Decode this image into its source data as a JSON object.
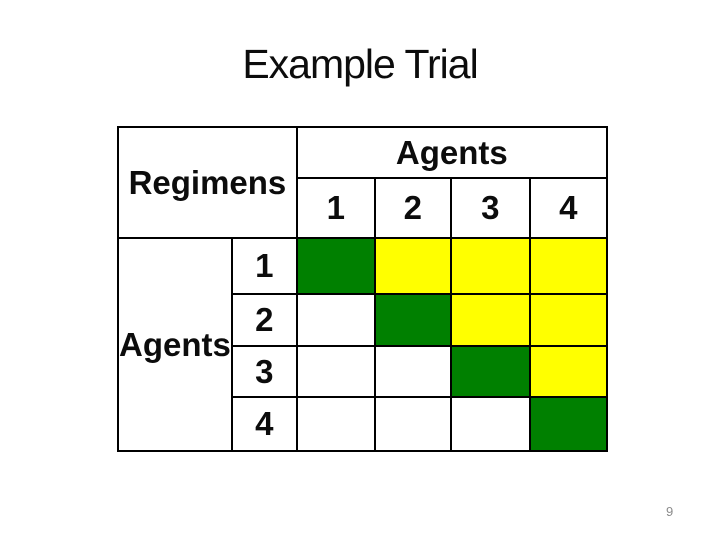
{
  "slide": {
    "title": "Example Trial",
    "page_number": "9"
  },
  "colors": {
    "green": "#008000",
    "yellow": "#ffff00",
    "white": "#ffffff",
    "border": "#000000"
  },
  "table": {
    "corner_label": "Regimens",
    "top_group_label": "Agents",
    "side_group_label": "Agents",
    "col_headers": [
      "1",
      "2",
      "3",
      "4"
    ],
    "row_headers": [
      "1",
      "2",
      "3",
      "4"
    ],
    "cells": [
      [
        "green",
        "yellow",
        "yellow",
        "yellow"
      ],
      [
        "white",
        "green",
        "yellow",
        "yellow"
      ],
      [
        "white",
        "white",
        "green",
        "yellow"
      ],
      [
        "white",
        "white",
        "white",
        "green"
      ]
    ]
  }
}
